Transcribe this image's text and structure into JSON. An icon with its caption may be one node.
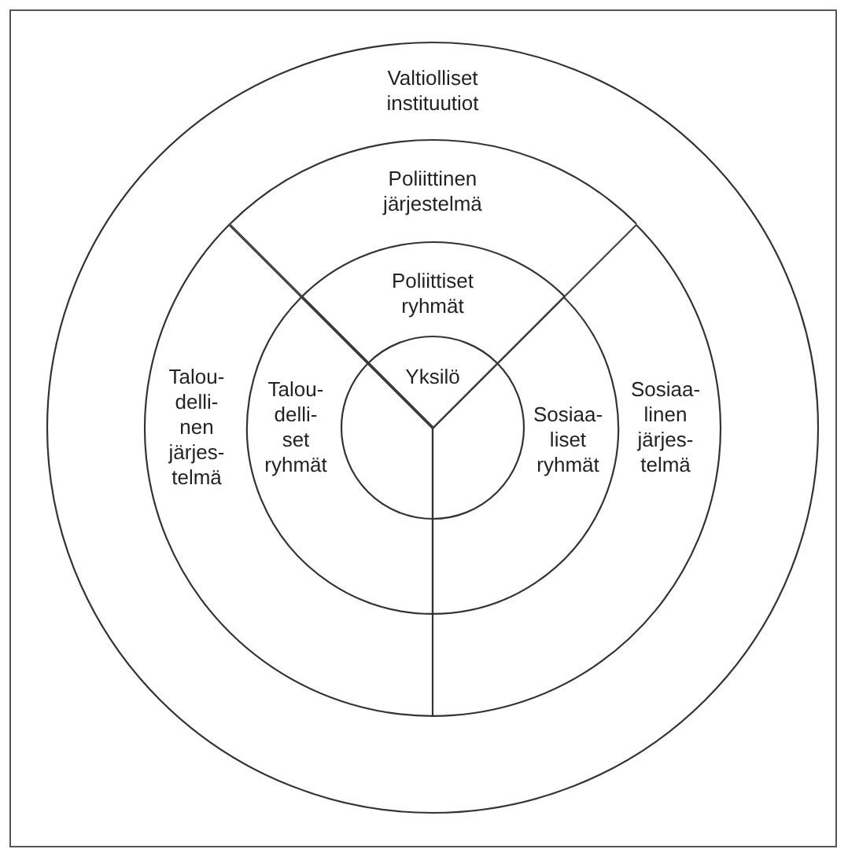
{
  "diagram": {
    "nodes": [
      {
        "text": [
          "Valtiolliset instituutiot"
        ]
      },
      {
        "text": [
          "Poliittinen järjestelmä"
        ],
        "in": 0
      },
      {
        "text": [
          "Talou- delli- nen järjes- telmä"
        ],
        "in": 0
      },
      {
        "text": [
          "Sosiaa- linen järjes- telmä"
        ],
        "in": 0
      },
      {
        "text": [
          "Poliittiset ryhmät"
        ],
        "in": 1
      },
      {
        "text": [
          "Talou- delli- set ryhmät"
        ],
        "in": 2
      },
      {
        "text": [
          "Sosiaa- liset ryhmät"
        ],
        "in": 3
      },
      {
        "text": [
          "Yksilö"
        ],
        "in": 0
      }
    ]
  }
}
